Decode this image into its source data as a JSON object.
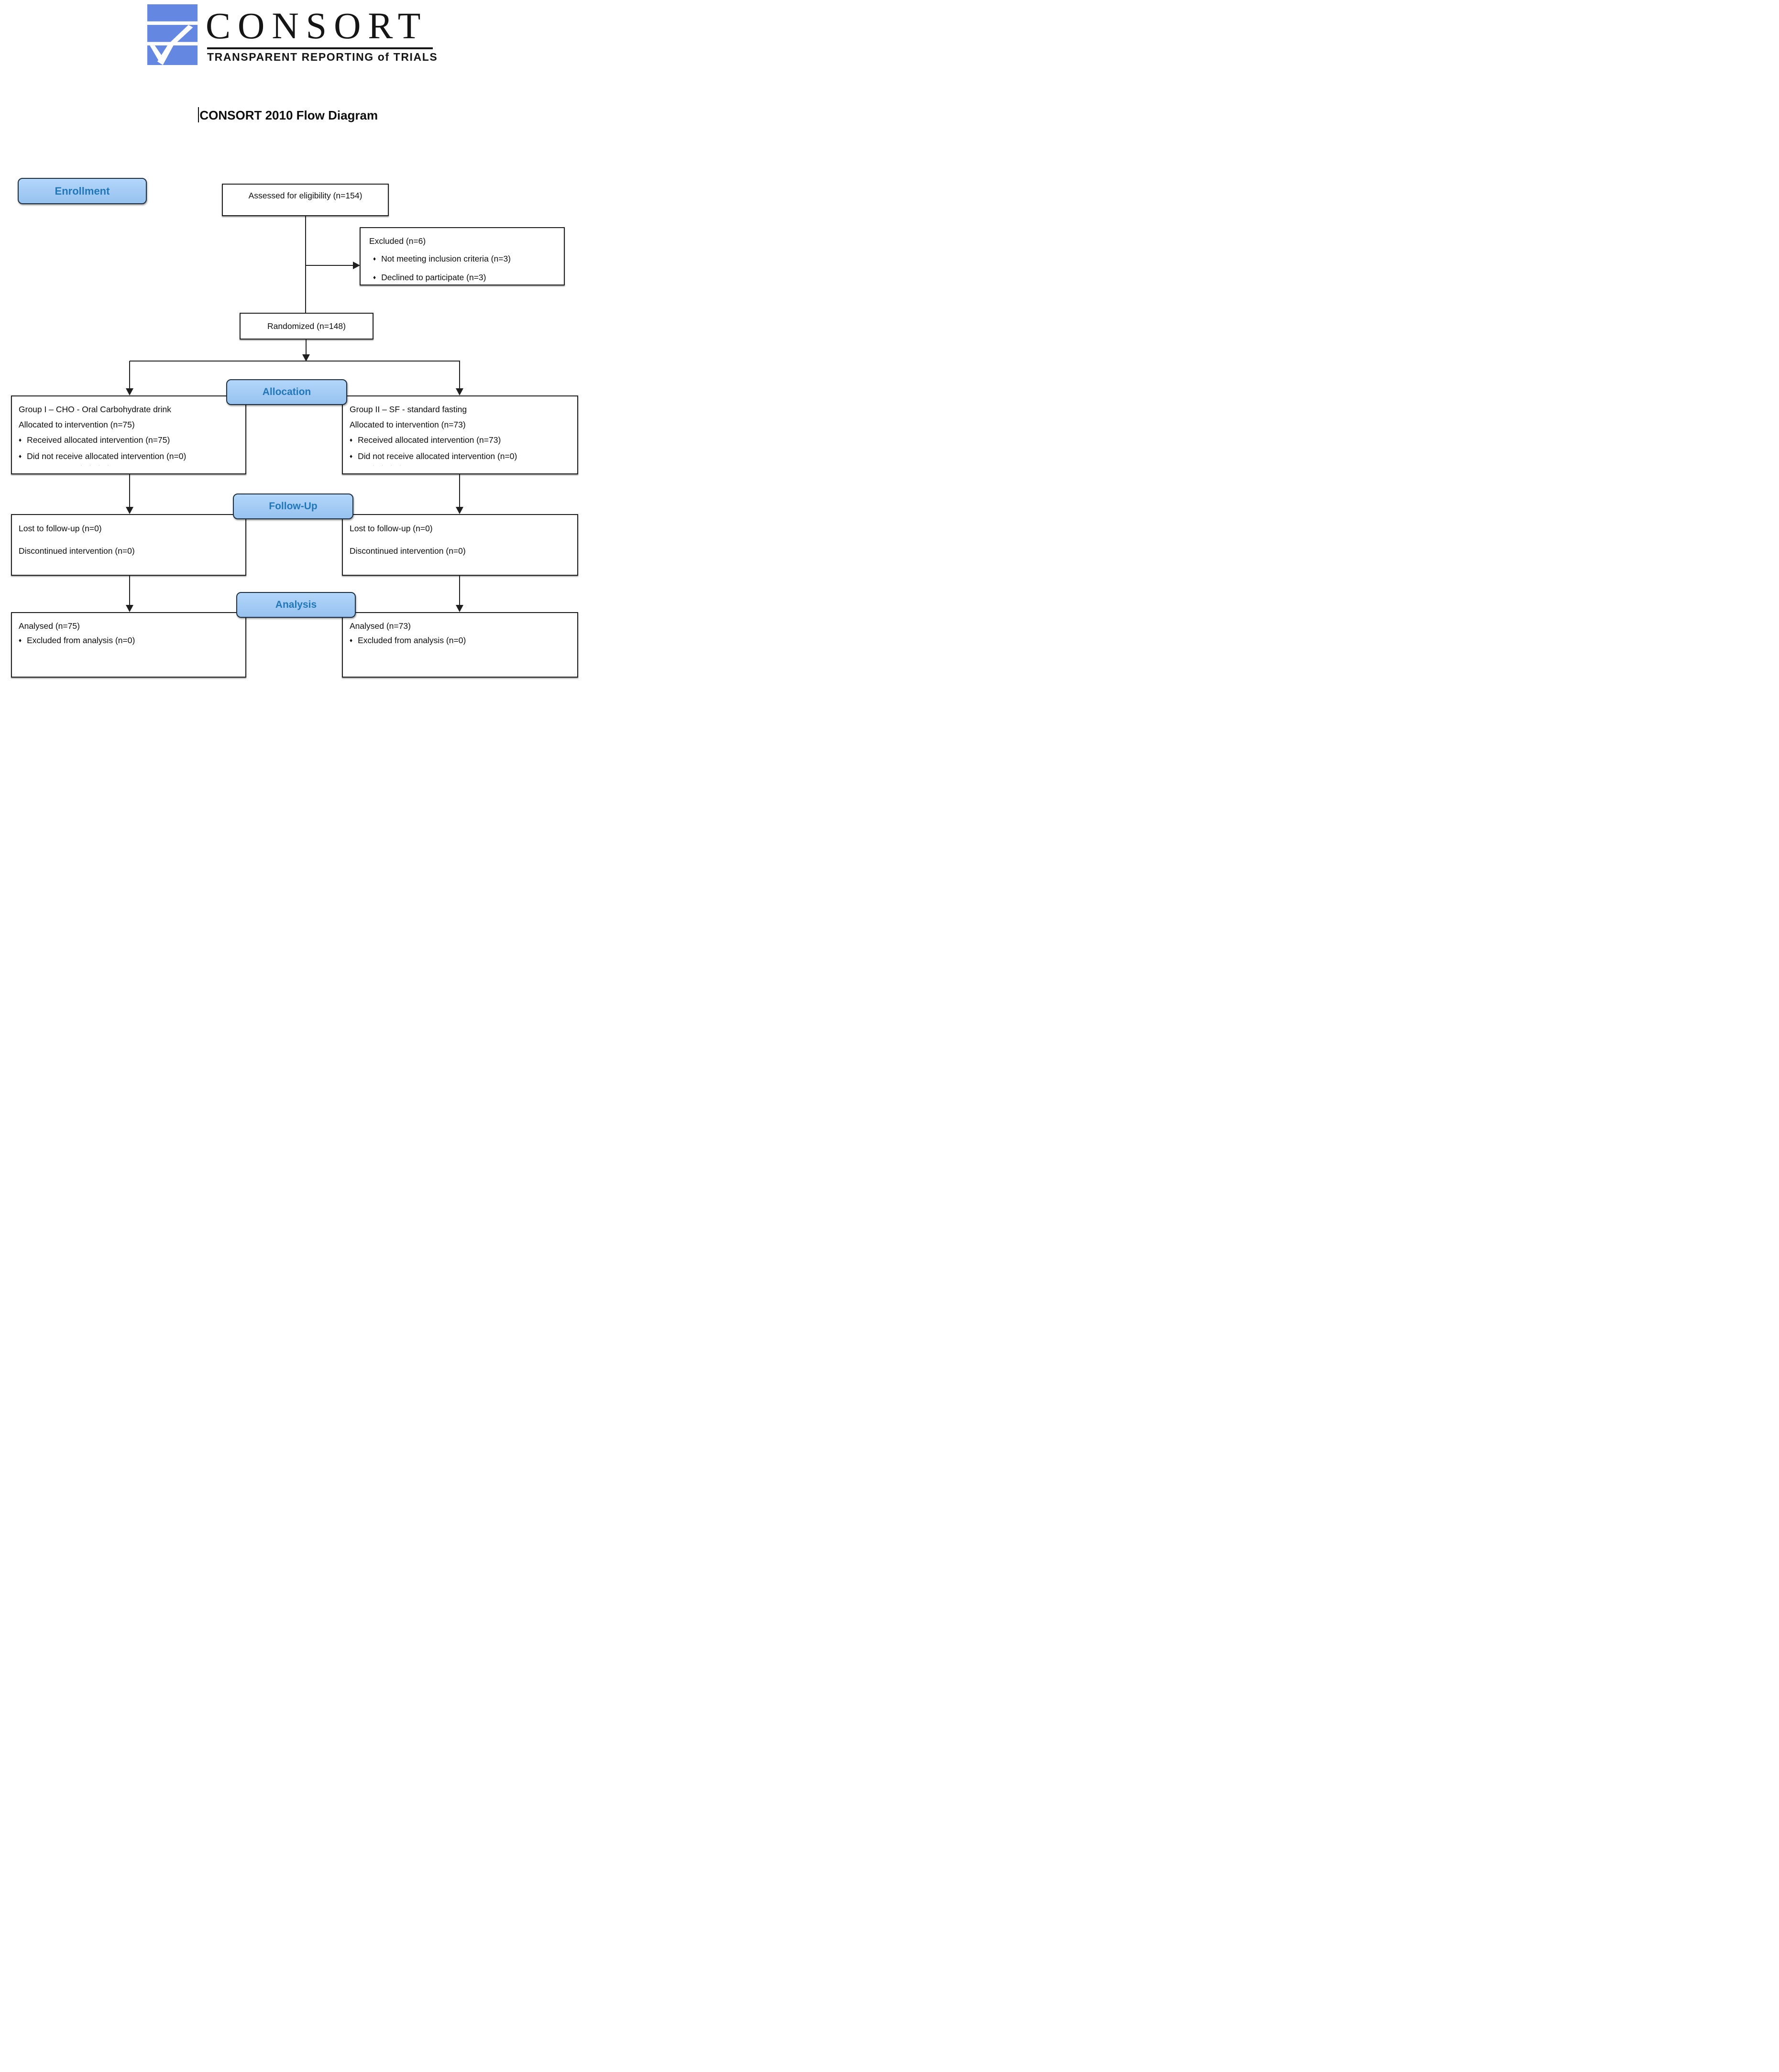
{
  "logo": {
    "brand": "CONSORT",
    "tagline": "TRANSPARENT REPORTING of TRIALS",
    "icon": "consort-checkmark-logo",
    "icon_color": "#6487e2"
  },
  "doc": {
    "title": "CONSORT 2010 Flow Diagram"
  },
  "glyphs": {
    "bullet": "♦",
    "cropped_line_artifact": "· ·   · ·"
  },
  "colors": {
    "stage_fill": "#a3cbf4",
    "stage_text": "#2277b8",
    "stage_border": "#1e2f40",
    "box_border": "#1f1f1f",
    "connector": "#1f1f1f",
    "logo_blue": "#6487e2"
  },
  "stages": {
    "enrollment": "Enrollment",
    "allocation": "Allocation",
    "followup": "Follow-Up",
    "analysis": "Analysis"
  },
  "boxes": {
    "assessed": {
      "text": "Assessed for eligibility (n=154)"
    },
    "excluded": {
      "title": "Excluded (n=6)",
      "bullets": [
        "Not meeting inclusion criteria (n=3)",
        "Declined to participate (n=3)"
      ]
    },
    "randomized": {
      "text": "Randomized (n=148)"
    },
    "group1": {
      "title": "Group I – CHO - Oral Carbohydrate drink",
      "allocated": "Allocated to intervention (n=75)",
      "bullets": [
        "Received allocated intervention (n=75)",
        "Did not receive allocated intervention (n=0)"
      ]
    },
    "group2": {
      "title": "Group II – SF - standard fasting",
      "allocated": "Allocated to intervention (n=73)",
      "bullets": [
        "Received allocated intervention (n=73)",
        "Did not receive allocated intervention (n=0)"
      ]
    },
    "followup1": {
      "lines": [
        "Lost to follow-up (n=0)",
        "Discontinued intervention (n=0)"
      ]
    },
    "followup2": {
      "lines": [
        "Lost to follow-up (n=0)",
        "Discontinued intervention (n=0)"
      ]
    },
    "analysis1": {
      "title": "Analysed (n=75)",
      "bullets": [
        "Excluded from analysis (n=0)"
      ]
    },
    "analysis2": {
      "title": "Analysed (n=73)",
      "bullets": [
        "Excluded from analysis (n=0)"
      ]
    }
  }
}
